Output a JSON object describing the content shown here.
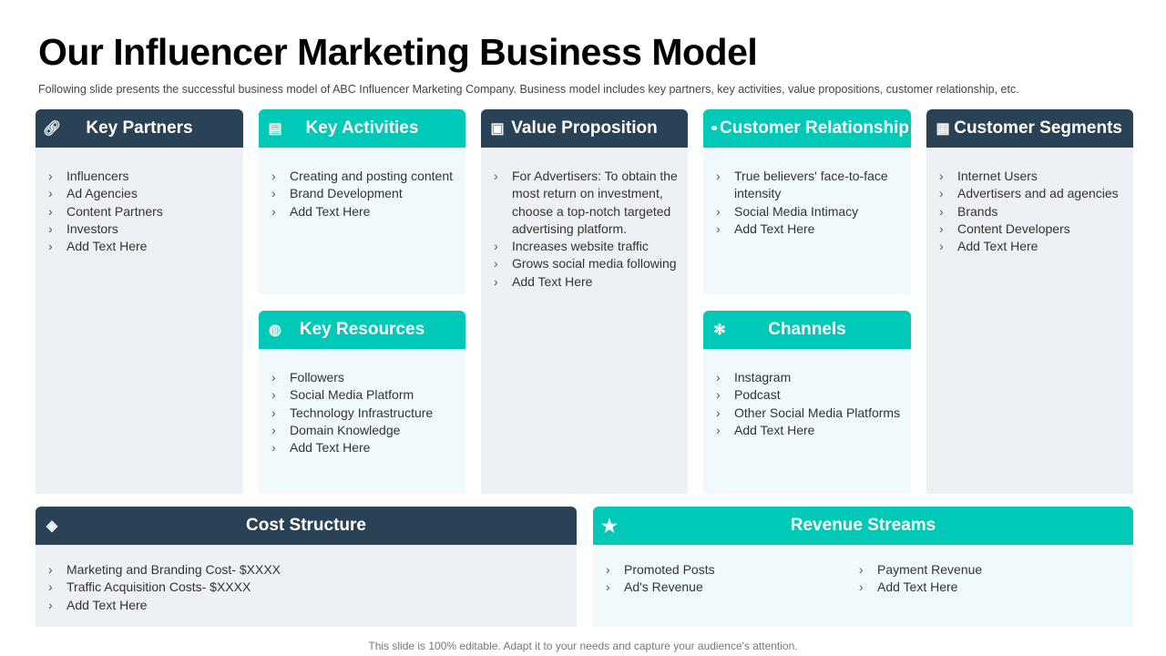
{
  "title": "Our Influencer Marketing Business Model",
  "subtitle": "Following slide presents the successful business model of ABC Influencer Marketing Company. Business model includes key partners, key activities, value propositions, customer relationship, etc.",
  "colors": {
    "dark": "#2a4256",
    "teal": "#00c9b8"
  },
  "cards": {
    "key_partners": {
      "title": "Key Partners",
      "icon": "link-icon",
      "items": [
        "Influencers",
        "Ad Agencies",
        "Content Partners",
        "Investors",
        "Add Text Here"
      ]
    },
    "key_activities": {
      "title": "Key Activities",
      "icon": "clipboard-icon",
      "items": [
        "Creating and posting content",
        "Brand Development",
        "Add Text Here"
      ]
    },
    "key_resources": {
      "title": "Key Resources",
      "icon": "globe-icon",
      "items": [
        "Followers",
        "Social Media Platform",
        "Technology Infrastructure",
        "Domain Knowledge",
        "Add Text Here"
      ]
    },
    "value_proposition": {
      "title": "Value Proposition",
      "icon": "gift-icon",
      "items": [
        "For Advertisers: To obtain the most return on investment, choose a top-notch targeted advertising platform.",
        "Increases website traffic",
        "Grows social media following",
        "Add Text Here"
      ]
    },
    "customer_relationship": {
      "title": "Customer Relationship",
      "icon": "handshake-icon",
      "items": [
        "True believers' face-to-face intensity",
        "Social Media Intimacy",
        "Add Text Here"
      ]
    },
    "channels": {
      "title": "Channels",
      "icon": "network-icon",
      "items": [
        "Instagram",
        "Podcast",
        "Other Social Media Platforms",
        "Add Text Here"
      ]
    },
    "customer_segments": {
      "title": "Customer Segments",
      "icon": "people-grid-icon",
      "items": [
        "Internet Users",
        "Advertisers and ad agencies",
        "Brands",
        "Content Developers",
        "Add Text Here"
      ]
    },
    "cost_structure": {
      "title": "Cost Structure",
      "icon": "price-tag-icon",
      "items": [
        "Marketing and Branding Cost- $XXXX",
        "Traffic Acquisition Costs- $XXXX",
        "Add Text Here"
      ]
    },
    "revenue_streams": {
      "title": "Revenue Streams",
      "icon": "star-icon",
      "items_left": [
        "Promoted  Posts",
        "Ad's Revenue"
      ],
      "items_right": [
        "Payment Revenue",
        "Add Text Here"
      ]
    }
  },
  "footer": "This slide is 100% editable. Adapt it to your needs and capture your audience's attention."
}
